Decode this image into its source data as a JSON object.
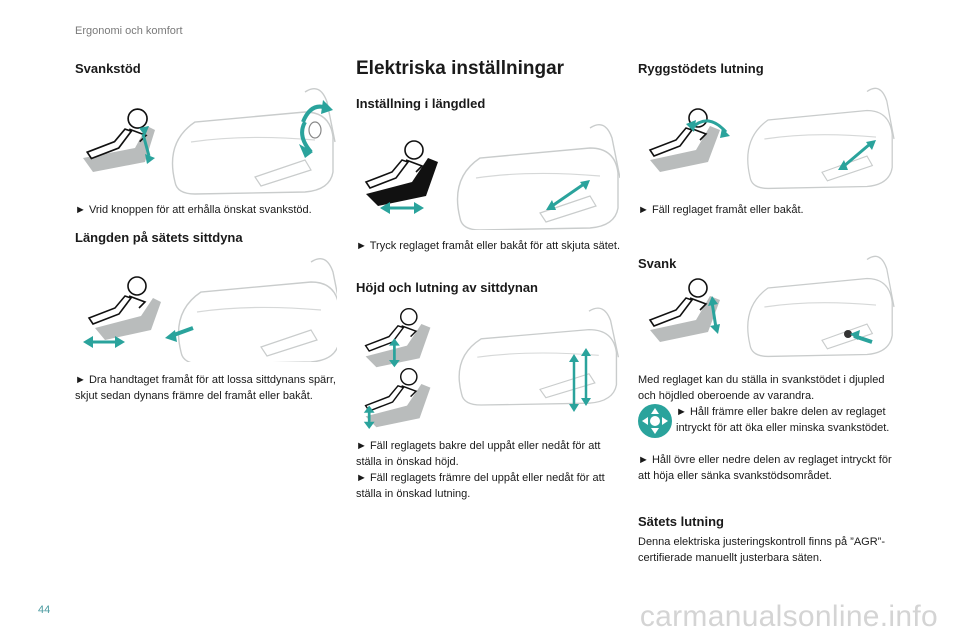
{
  "header": {
    "section": "Ergonomi och komfort"
  },
  "page": {
    "number": "44"
  },
  "watermark": "carmanualsonline.info",
  "colors": {
    "accent": "#2aa39c",
    "seat_gray": "#b9bcbc",
    "dark": "#111111"
  },
  "col1": {
    "svankstod_title": "Svankstöd",
    "svankstod_text": "► Vrid knoppen för att erhålla önskat svankstöd.",
    "langd_title": "Längden på sätets sittdyna",
    "langd_text": "► Dra handtaget framåt för att lossa sittdynans spärr, skjut sedan dynans främre del framåt eller bakåt."
  },
  "col2": {
    "title": "Elektriska inställningar",
    "langdled_title": "Inställning i längdled",
    "langdled_text": "► Tryck reglaget framåt eller bakåt för att skjuta sätet.",
    "hojd_title": "Höjd och lutning av sittdynan",
    "hojd_text1": "► Fäll reglagets bakre del uppåt eller nedåt för att ställa in önskad höjd.",
    "hojd_text2": "► Fäll reglagets främre del uppåt eller nedåt för att ställa in önskad lutning."
  },
  "col3": {
    "ryggstod_title": "Ryggstödets lutning",
    "ryggstod_text": "► Fäll reglaget framåt eller bakåt.",
    "svank_title": "Svank",
    "svank_text1": "Med reglaget kan du ställa in svankstödet i djupled och höjdled oberoende av varandra.",
    "svank_text2": "► Håll främre eller bakre delen av reglaget intryckt för att öka eller minska svankstödet.",
    "svank_text3": "► Håll övre eller nedre delen av reglaget intryckt för att höja eller sänka svankstödsområdet.",
    "lutning_title": "Sätets lutning",
    "lutning_text": "Denna elektriska justeringskontroll finns på ”AGR”-certifierade manuellt justerbara säten."
  }
}
